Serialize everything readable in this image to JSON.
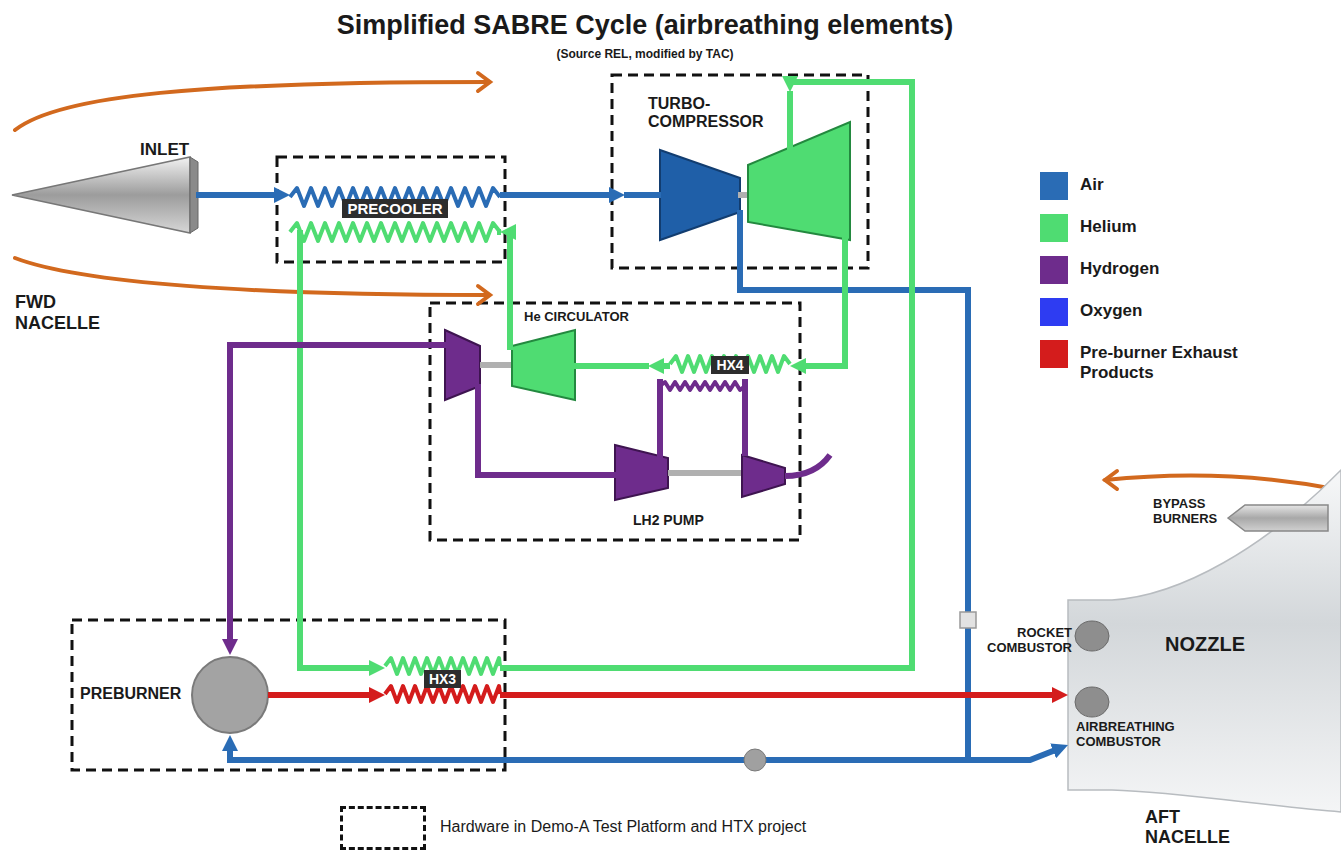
{
  "diagram": {
    "title": "Simplified SABRE Cycle (airbreathing elements)",
    "nodes": [
      {
        "text": [
          "INLET"
        ]
      },
      {
        "text": [
          "PRECOOLER"
        ]
      },
      {
        "text": [
          "TURBO- COMPRESSOR"
        ]
      },
      {
        "text": [
          "He CIRCULATOR"
        ]
      },
      {
        "text": [
          "HX4"
        ]
      },
      {
        "text": [
          "LH2 PUMP"
        ]
      },
      {
        "text": [
          "PREBURNER"
        ]
      },
      {
        "text": [
          "HX3"
        ]
      },
      {
        "text": [
          "NOZZLE"
        ]
      },
      {
        "text": [
          "BYPASS BURNERS"
        ]
      }
    ],
    "edges": [
      {
        "from": 0,
        "to": 1,
        "arrow": "to"
      },
      {
        "from": 1,
        "to": 2,
        "arrow": "to"
      },
      {
        "from": 2,
        "to": 8,
        "arrow": "to"
      },
      {
        "from": 2,
        "to": 6,
        "arrow": "to"
      },
      {
        "from": 3,
        "to": 1,
        "arrow": "to"
      },
      {
        "from": 1,
        "to": 7,
        "arrow": "to"
      },
      {
        "from": 7,
        "to": 2,
        "arrow": "to"
      },
      {
        "from": 2,
        "to": 4,
        "arrow": "to"
      },
      {
        "from": 4,
        "to": 3,
        "arrow": "to"
      },
      {
        "from": 5,
        "to": 4,
        "arrow": "none"
      },
      {
        "from": 4,
        "to": 5,
        "arrow": "none"
      },
      {
        "from": 5,
        "to": 3,
        "arrow": "none"
      },
      {
        "from": 3,
        "to": 6,
        "arrow": "to"
      },
      {
        "from": 6,
        "to": 7,
        "arrow": "to"
      },
      {
        "from": 7,
        "to": 8,
        "arrow": "to"
      }
    ],
    "labels": [
      "(Source REL, modified by TAC)",
      "FWD NACELLE",
      "ROCKET COMBUSTOR",
      "AIRBREATHING COMBUSTOR",
      "AFT NACELLE"
    ],
    "legend": [
      {
        "text": "Air",
        "color": "#2a6cb5"
      },
      {
        "text": "Helium",
        "color": "#4fdc72"
      },
      {
        "text": "Hydrogen",
        "color": "#6e2c8c"
      },
      {
        "text": "Oxygen",
        "color": "#2e3cf2"
      },
      {
        "text": "Pre-burner Exhaust Products",
        "color": "#d41c1c"
      },
      {
        "text": "Hardware in Demo-A Test Platform and HTX project"
      }
    ]
  }
}
